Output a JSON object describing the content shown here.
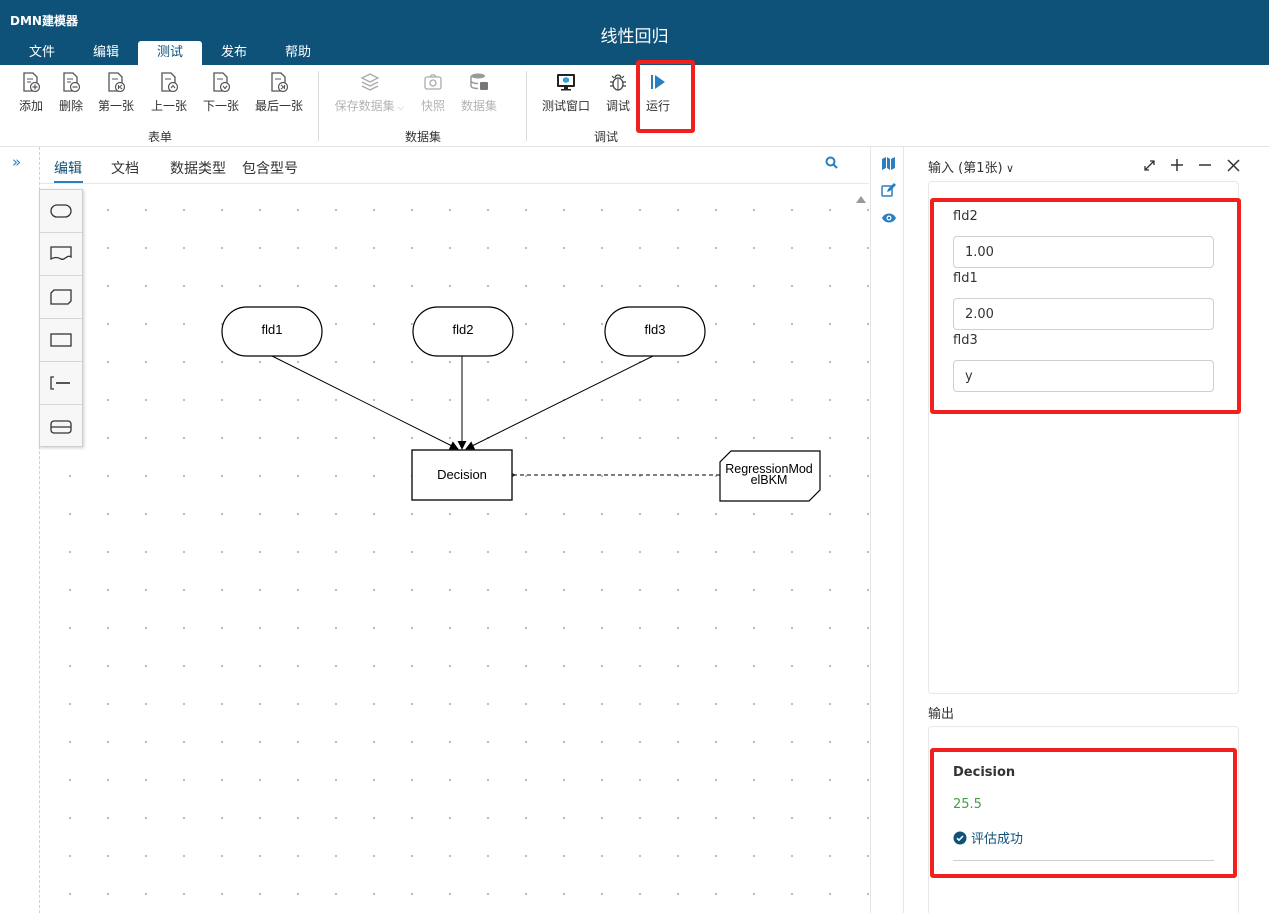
{
  "app": {
    "name": "DMN建模器",
    "title": "线性回归"
  },
  "menu": {
    "tabs": [
      {
        "label": "文件",
        "active": false
      },
      {
        "label": "编辑",
        "active": false
      },
      {
        "label": "测试",
        "active": true
      },
      {
        "label": "发布",
        "active": false
      },
      {
        "label": "帮助",
        "active": false
      }
    ]
  },
  "ribbon": {
    "form": {
      "label": "表单",
      "add": "添加",
      "delete": "删除",
      "first": "第一张",
      "previous": "上一张",
      "next": "下一张",
      "last": "最后一张"
    },
    "dataset": {
      "label": "数据集",
      "save_dataset": "保存数据集",
      "snapshot": "快照",
      "dataset": "数据集"
    },
    "debug": {
      "label": "调试",
      "test_window": "测试窗口",
      "debug": "调试",
      "run": "运行"
    }
  },
  "editor": {
    "tabs": [
      {
        "label": "编辑",
        "active": true
      },
      {
        "label": "文档",
        "active": false
      },
      {
        "label": "数据类型",
        "active": false
      },
      {
        "label": "包含型号",
        "active": false
      }
    ]
  },
  "diagram": {
    "inputs": [
      "fld1",
      "fld2",
      "fld3"
    ],
    "decision": "Decision",
    "bkm_line1": "RegressionMod",
    "bkm_line2": "elBKM"
  },
  "input_panel": {
    "title": "输入 (第1张)",
    "fields": [
      {
        "label": "fld2",
        "value": "1.00"
      },
      {
        "label": "fld1",
        "value": "2.00"
      },
      {
        "label": "fld3",
        "value": "y"
      }
    ]
  },
  "output_panel": {
    "title": "输出",
    "decision_name": "Decision",
    "decision_value": "25.5",
    "status": "评估成功"
  },
  "colors": {
    "titlebar": "#0f5279",
    "accent": "#2a7fc1",
    "highlight": "#f0201c",
    "success": "#43a047"
  }
}
